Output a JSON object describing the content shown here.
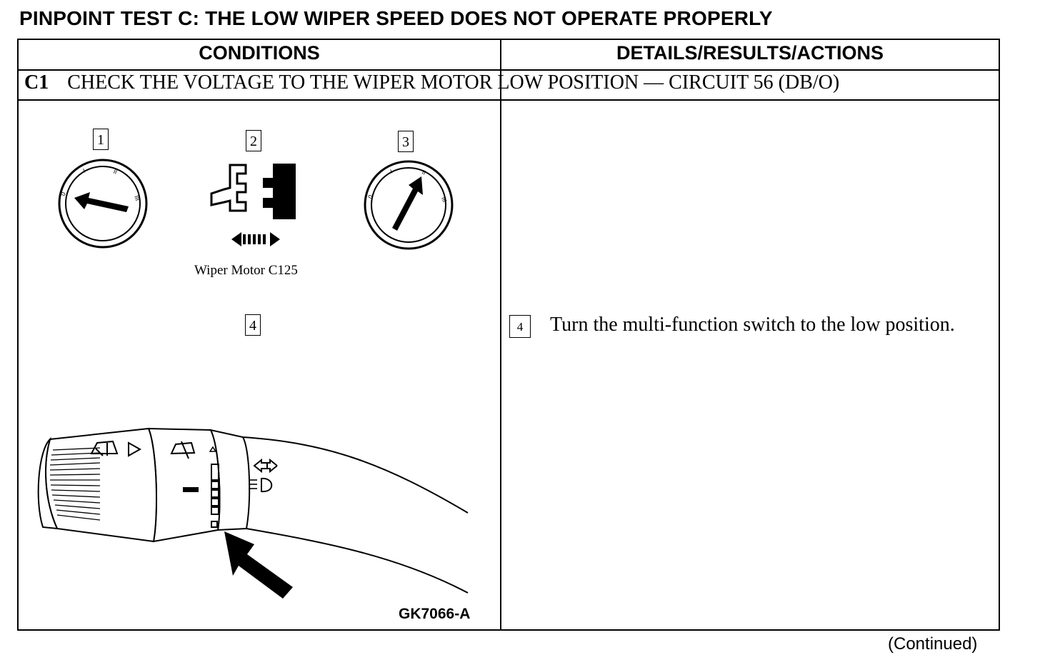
{
  "title": "PINPOINT TEST C: THE LOW WIPER SPEED DOES NOT OPERATE PROPERLY",
  "table": {
    "col_conditions": "CONDITIONS",
    "col_details": "DETAILS/RESULTS/ACTIONS",
    "step_number": "C1",
    "step_text": "CHECK THE VOLTAGE TO THE WIPER MOTOR LOW POSITION — CIRCUIT 56 (DB/O)"
  },
  "illustration": {
    "callouts": [
      "1",
      "2",
      "3",
      "4"
    ],
    "connector_caption": "Wiper Motor C125",
    "ignition_marks": [
      "0",
      "I",
      "II",
      "III"
    ],
    "figure_code": "GK7066-A"
  },
  "actions": [
    {
      "callout": "4",
      "text": "Turn the multi-function switch to the low position."
    }
  ],
  "footer": {
    "continued": "(Continued)"
  },
  "icons": [
    "ignition-switch-off-icon",
    "connector-disconnect-icon",
    "ignition-switch-run-icon",
    "multifunction-switch-icon",
    "pointer-arrow-icon"
  ]
}
